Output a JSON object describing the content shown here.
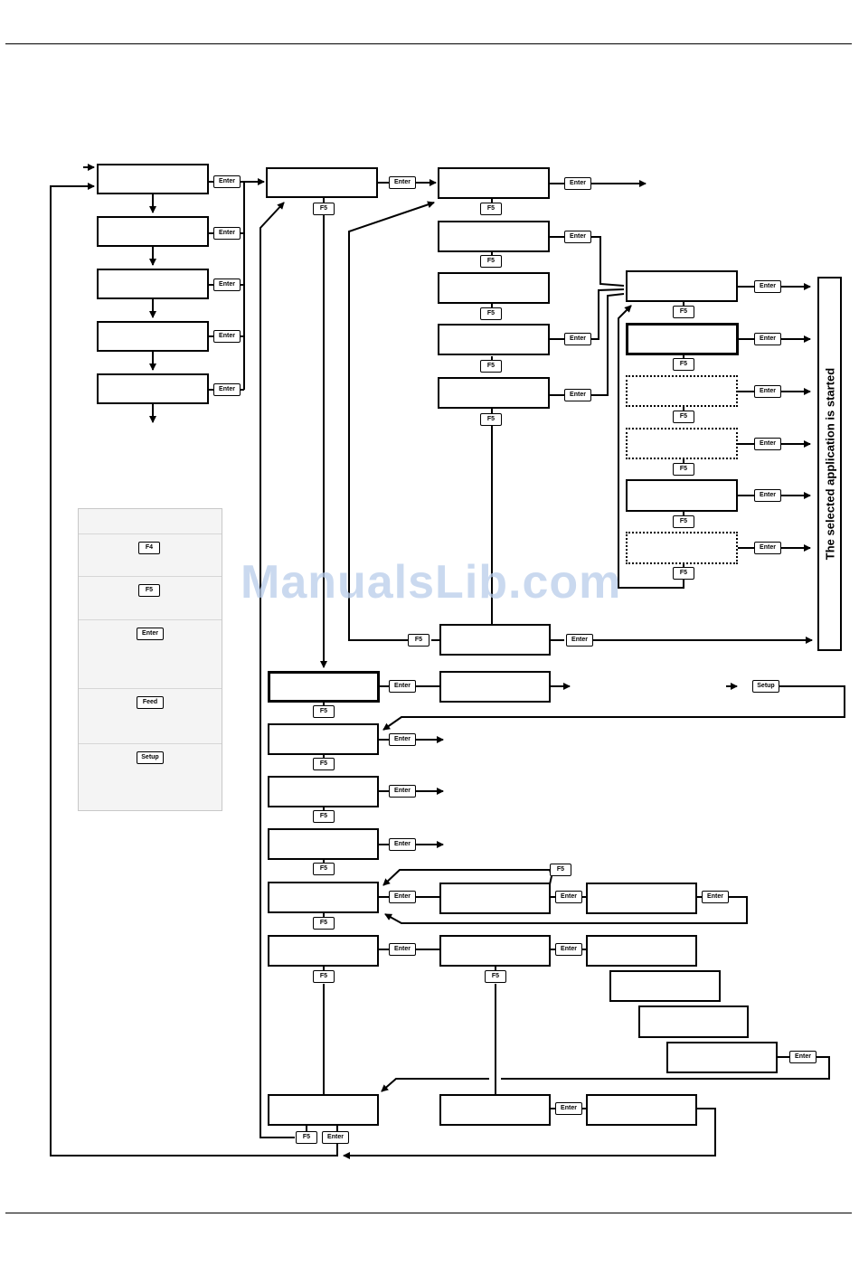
{
  "keys": {
    "enter": "Enter",
    "f5": "F5",
    "f4": "F4",
    "feed": "Feed",
    "setup": "Setup"
  },
  "side_label": "The selected application is started",
  "watermark": "ManualsLib.com",
  "colors": {
    "line": "#000000",
    "legend_bg": "#f4f4f4",
    "watermark": "#b9cdea"
  }
}
